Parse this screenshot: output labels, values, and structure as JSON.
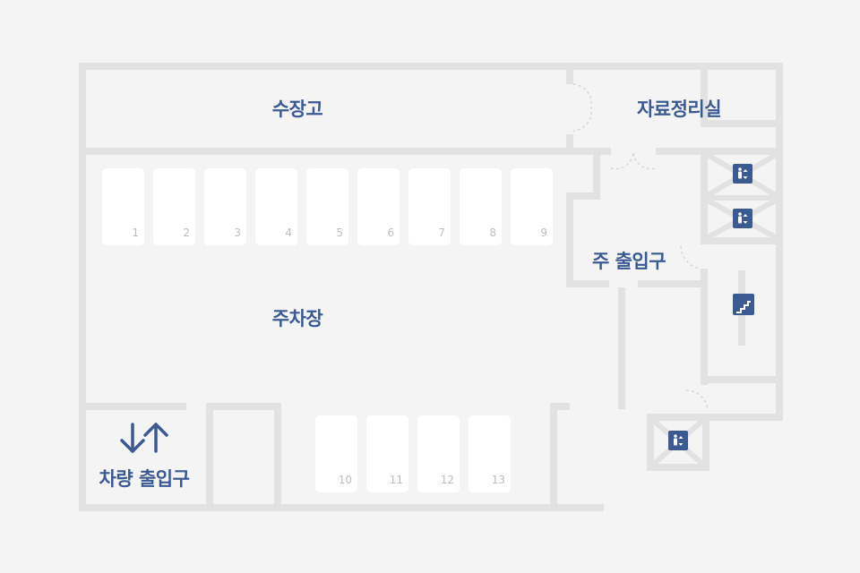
{
  "rooms": {
    "storage": "수장고",
    "archive": "자료정리실",
    "parking": "주차장",
    "main_entrance": "주 출입구",
    "vehicle_entrance": "차량 출입구"
  },
  "parking_spots_top": [
    "1",
    "2",
    "3",
    "4",
    "5",
    "6",
    "7",
    "8",
    "9"
  ],
  "parking_spots_bottom": [
    "10",
    "11",
    "12",
    "13"
  ],
  "icons": {
    "elevator": "elevator-icon",
    "stairs": "stairs-icon",
    "vehicle_direction": "up-down-arrows-icon"
  },
  "colors": {
    "background": "#f4f4f4",
    "wall": "#e2e2e2",
    "label": "#3b5a92",
    "spot": "#ffffff",
    "spot_number": "#bdbdbd"
  }
}
